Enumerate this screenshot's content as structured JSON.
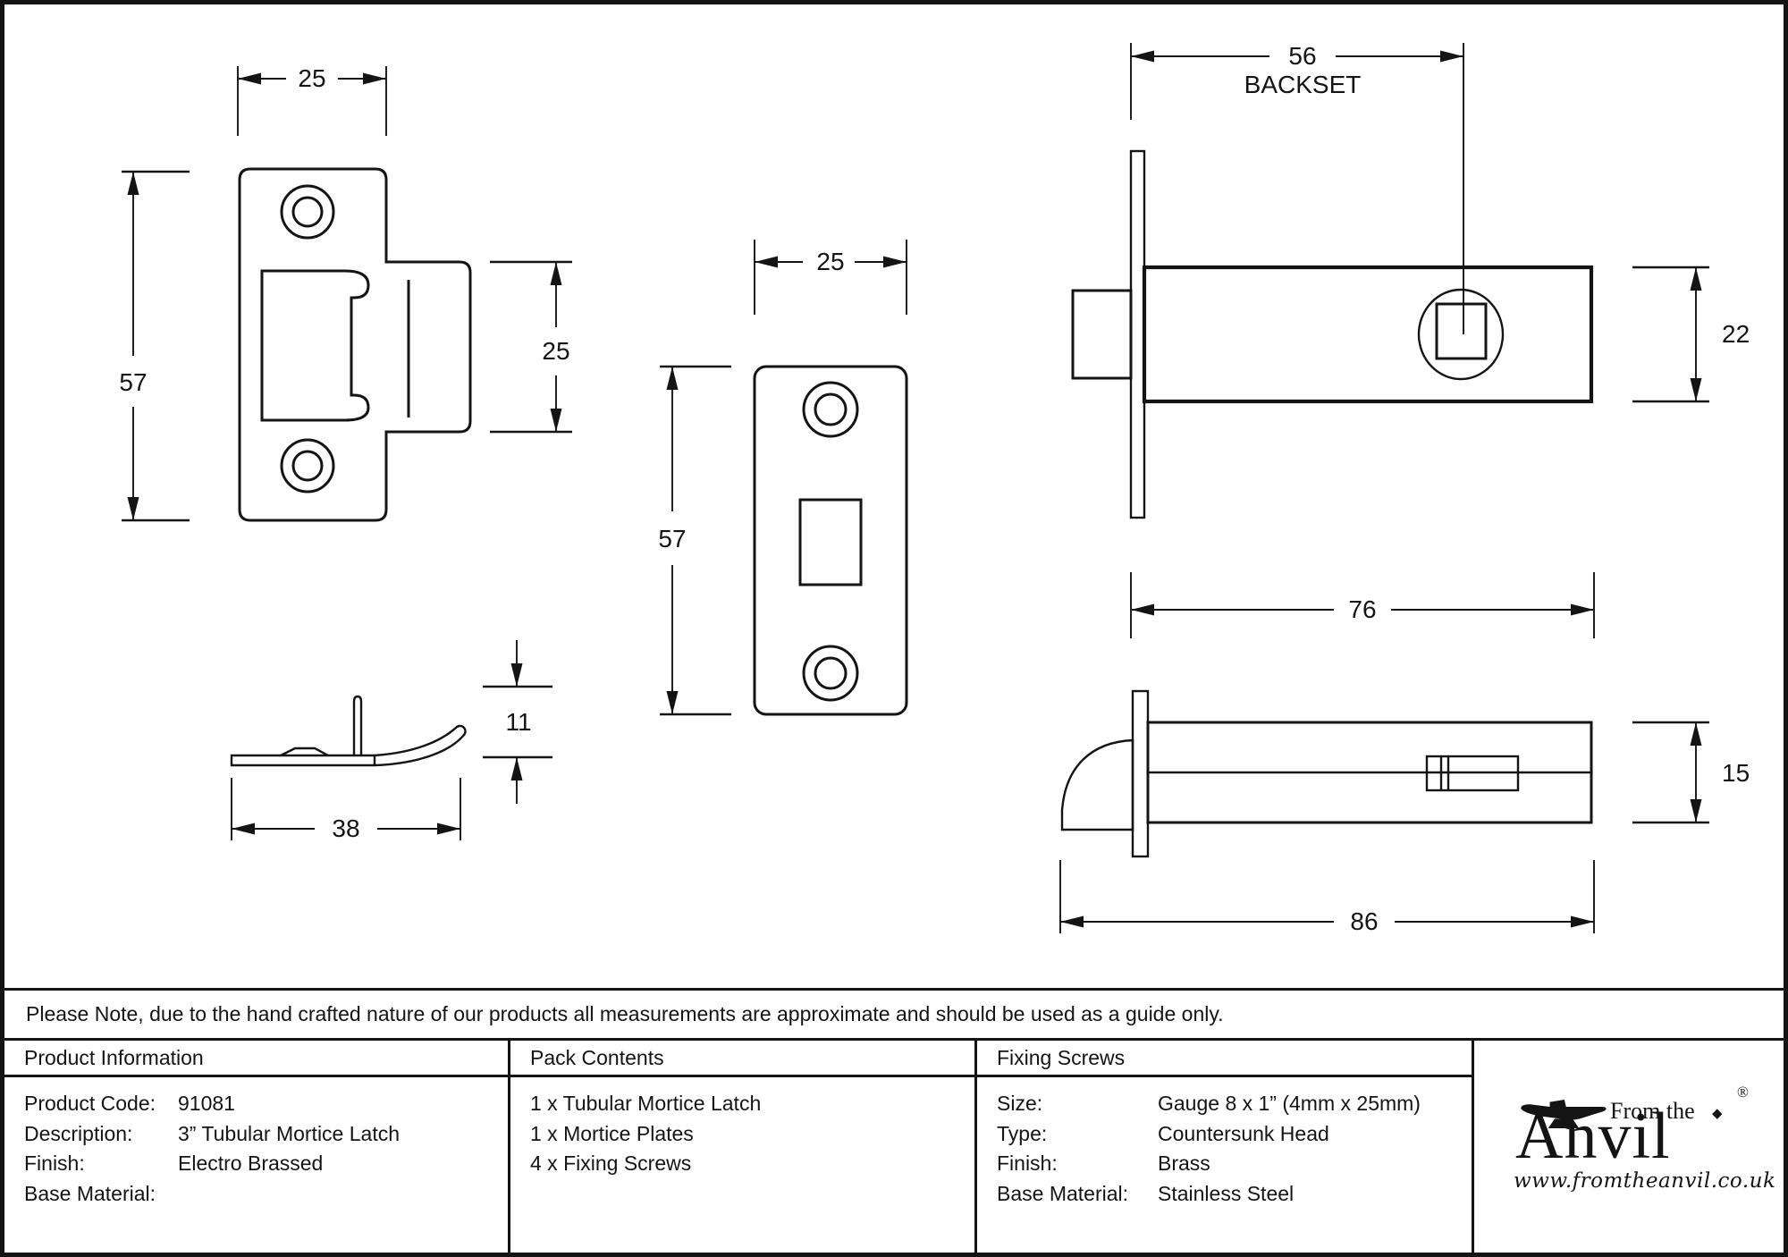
{
  "note": "Please Note, due to the hand crafted nature of our products all measurements are approximate and should be used as a guide only.",
  "drawings": {
    "strike_front": {
      "width": "25",
      "height": "57",
      "tab": "25"
    },
    "mortice_front": {
      "width": "25",
      "height": "57"
    },
    "strike_side": {
      "height": "11",
      "width": "38"
    },
    "latch_side": {
      "backset": "56",
      "backset_label": "BACKSET",
      "height": "22"
    },
    "latch_top": {
      "case": "76",
      "height": "15",
      "overall": "86"
    }
  },
  "table": {
    "product_information": {
      "header": "Product Information",
      "rows": [
        {
          "label": "Product Code:",
          "value": "91081"
        },
        {
          "label": "Description:",
          "value": "3” Tubular Mortice Latch"
        },
        {
          "label": "Finish:",
          "value": "Electro Brassed"
        },
        {
          "label": "Base Material:",
          "value": ""
        }
      ]
    },
    "pack_contents": {
      "header": "Pack Contents",
      "items": [
        "1 x Tubular Mortice Latch",
        "1 x Mortice Plates",
        "4 x Fixing Screws"
      ]
    },
    "fixing_screws": {
      "header": "Fixing Screws",
      "rows": [
        {
          "label": "Size:",
          "value": "Gauge 8 x 1” (4mm x 25mm)"
        },
        {
          "label": "Type:",
          "value": "Countersunk Head"
        },
        {
          "label": "Finish:",
          "value": "Brass"
        },
        {
          "label": "Base Material:",
          "value": "Stainless Steel"
        }
      ]
    },
    "logo": {
      "tagline": "From the",
      "brand": "Anvil",
      "diamond": "◆",
      "registered": "®",
      "url": "www.fromtheanvil.co.uk"
    }
  },
  "colors": {
    "line": "#141414",
    "background": "#ffffff"
  }
}
